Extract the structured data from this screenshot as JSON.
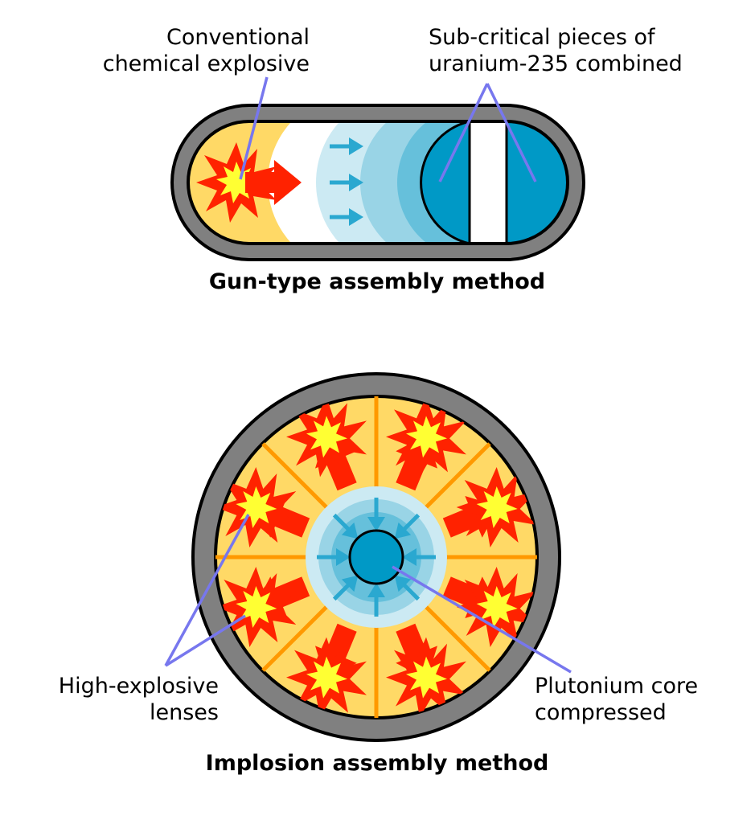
{
  "gun_type": {
    "title": "Gun-type assembly method",
    "labels": {
      "explosive_line1": "Conventional",
      "explosive_line2": "chemical explosive",
      "uranium_line1": "Sub-critical pieces of",
      "uranium_line2": "uranium-235 combined"
    }
  },
  "implosion": {
    "title": "Implosion assembly method",
    "labels": {
      "lenses_line1": "High-explosive",
      "lenses_line2": "lenses",
      "core_line1": "Plutonium core",
      "core_line2": "compressed"
    }
  },
  "colors": {
    "casing": "#808080",
    "explosive": "#ffd966",
    "blast": "#ff2200",
    "blast_center": "#ffff33",
    "shock_light": "#cceaf3",
    "shock_mid": "#99d4e6",
    "shock_dark": "#66c0db",
    "fissile": "#0099c6",
    "arrow_blue": "#2aa8d0",
    "pointer": "#7777ee",
    "divider": "#ff9900"
  }
}
